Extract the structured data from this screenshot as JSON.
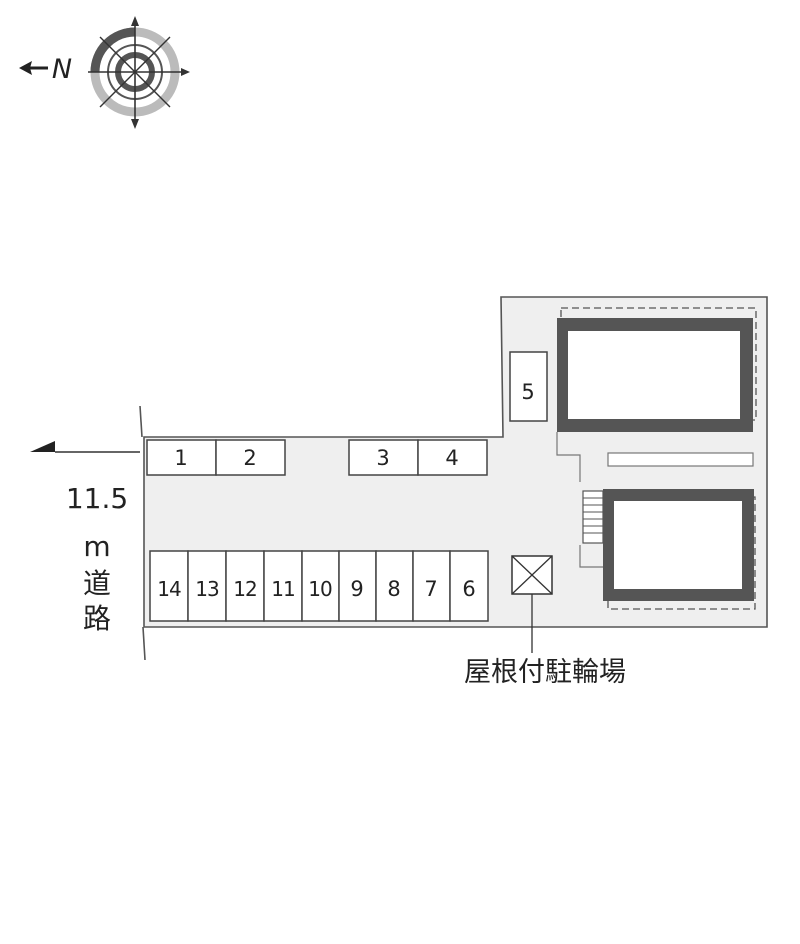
{
  "compass": {
    "north_letter": "N",
    "icon": "compass-rose-icon"
  },
  "road": {
    "width_value": "11.5",
    "width_unit": "m",
    "name_char_1": "道",
    "name_char_2": "路",
    "icon": "road-direction-arrow-icon"
  },
  "parking_slots": {
    "top_row": [
      "1",
      "2",
      "3",
      "4"
    ],
    "single": "5",
    "bottom_row": [
      "14",
      "13",
      "12",
      "11",
      "10",
      "9",
      "8",
      "7",
      "6"
    ]
  },
  "bicycle_parking": {
    "label": "屋根付駐輪場",
    "icon": "bicycle-parking-cross-icon"
  },
  "colors": {
    "lot": "#efefef",
    "outline": "#555555",
    "building_wall": "#555555",
    "compass_ring": "#bbbbbb"
  }
}
